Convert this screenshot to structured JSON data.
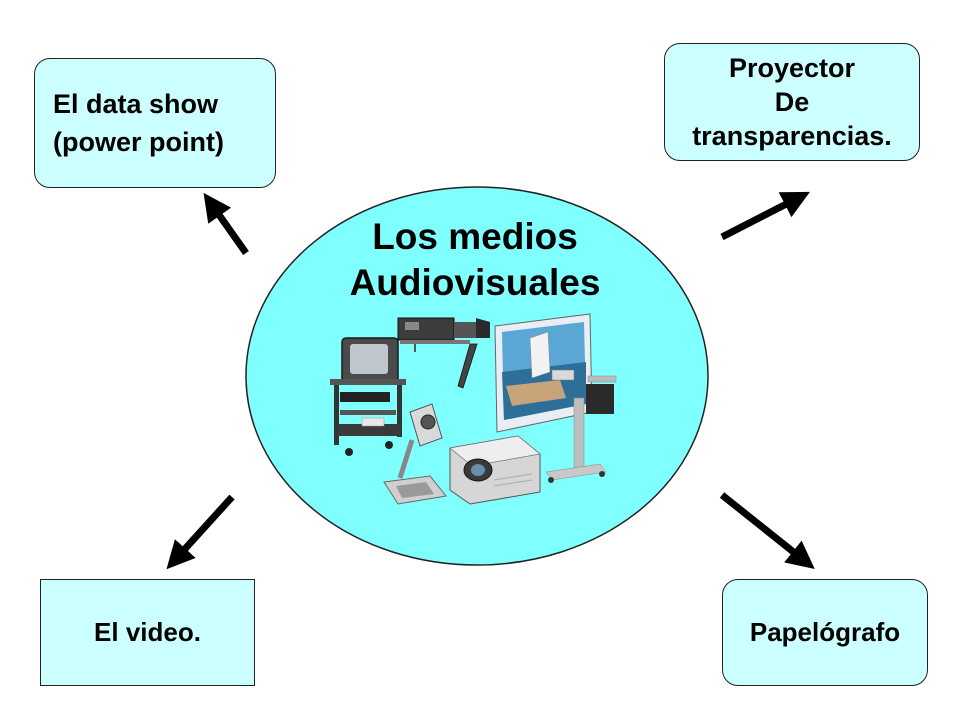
{
  "center": {
    "line1": "Los medios",
    "line2": "Audiovisuales"
  },
  "nodes": {
    "data_show": {
      "line1": "El data show",
      "line2": "(power point)"
    },
    "proyector": {
      "line1": "Proyector",
      "line2": "De",
      "line3": "transparencias."
    },
    "video": {
      "label": "El video."
    },
    "papelografo": {
      "label": "Papelógrafo"
    }
  },
  "colors": {
    "ellipse_fill": "#80ffff",
    "box_fill": "#ccffff",
    "arrow": "#000000"
  },
  "icons": [
    "television-cart-icon",
    "overhead-projector-icon",
    "projection-screen-icon",
    "video-projector-icon",
    "document-camera-icon"
  ]
}
